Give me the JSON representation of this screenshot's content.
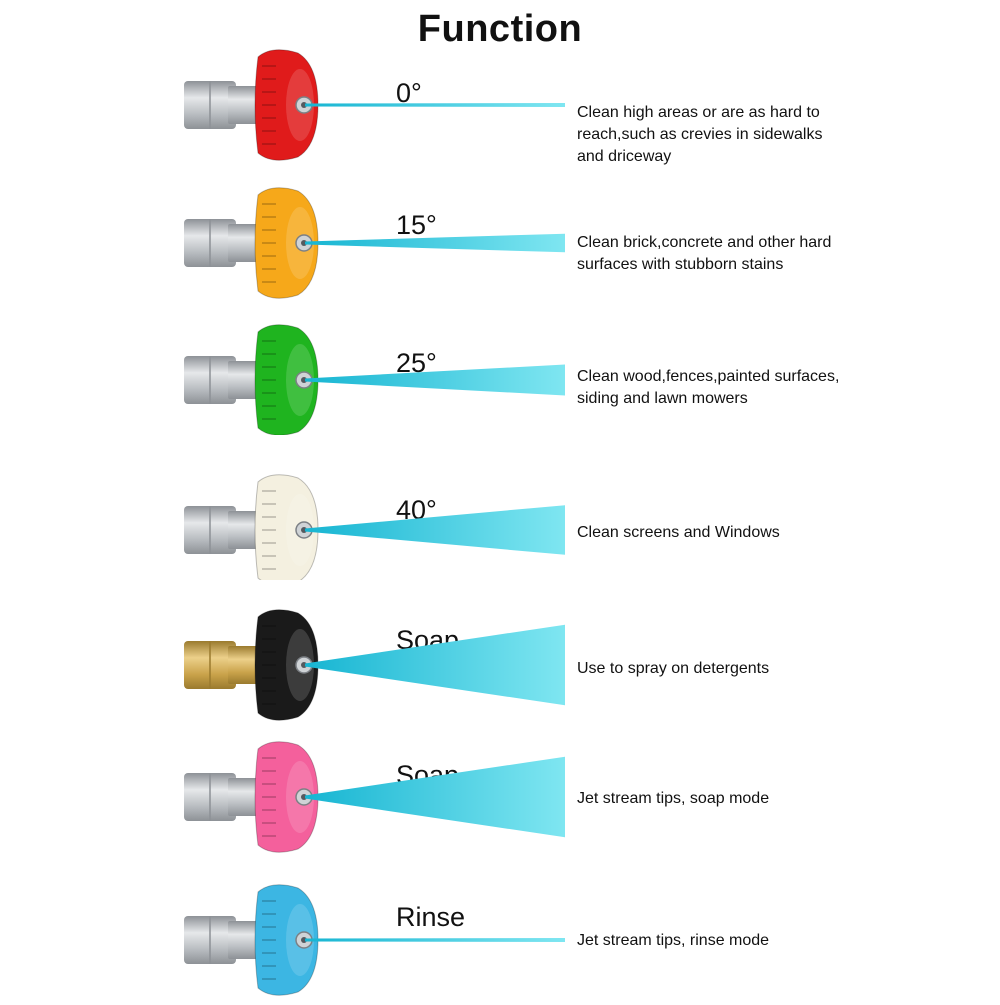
{
  "title": "Function",
  "rows": [
    {
      "label": "0°",
      "color": "#e01b1b",
      "stem": "steel",
      "spray": 0,
      "lines": [
        "Clean high areas or are as hard to",
        "reach,such as crevies in sidewalks",
        "and driceway"
      ]
    },
    {
      "label": "15°",
      "color": "#f6a81a",
      "stem": "steel",
      "spray": 15,
      "lines": [
        "Clean brick,concrete and other hard",
        "surfaces with stubborn stains"
      ]
    },
    {
      "label": "25°",
      "color": "#1fb41f",
      "stem": "steel",
      "spray": 25,
      "lines": [
        "Clean wood,fences,painted surfaces,",
        "siding and lawn mowers"
      ]
    },
    {
      "label": "40°",
      "color": "#f4f0e0",
      "stem": "steel",
      "spray": 40,
      "lines": [
        "Clean screens and Windows"
      ]
    },
    {
      "label": "Soap",
      "color": "#1a1a1a",
      "stem": "brass",
      "spray": 65,
      "lines": [
        "Use to spray on detergents"
      ]
    },
    {
      "label": "Soap",
      "color": "#f4609c",
      "stem": "steel",
      "spray": 65,
      "lines": [
        "Jet stream tips, soap mode"
      ]
    },
    {
      "label": "Rinse",
      "color": "#3cb6e3",
      "stem": "steel",
      "spray": 0,
      "lines": [
        "Jet stream tips, rinse mode"
      ]
    }
  ]
}
